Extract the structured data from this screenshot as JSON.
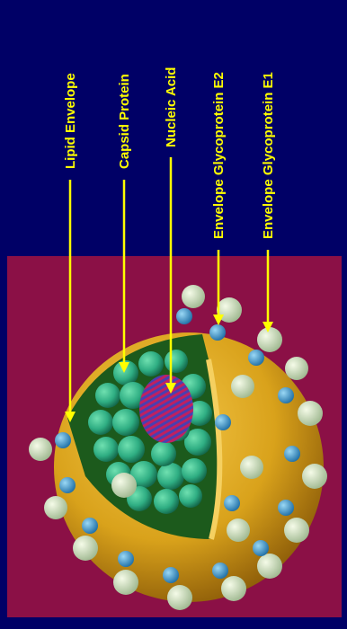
{
  "labels": {
    "lipid_envelope": "Lipid Envelope",
    "capsid_protein": "Capsid Protein",
    "nucleic_acid": "Nucleic Acid",
    "envelope_glycoprotein_e2": "Envelope Glycoprotein E2",
    "envelope_glycoprotein_e1": "Envelope Glycoprotein E1"
  },
  "colors": {
    "background": "#000066",
    "panel": "#8b1046",
    "label_text": "#ffff00",
    "envelope": "#d9a21b",
    "capsid": "#2fae83",
    "nucleic_acid": "#c02060",
    "glycoprotein_e1": "#d8eac0",
    "glycoprotein_e2": "#39a8dc"
  }
}
